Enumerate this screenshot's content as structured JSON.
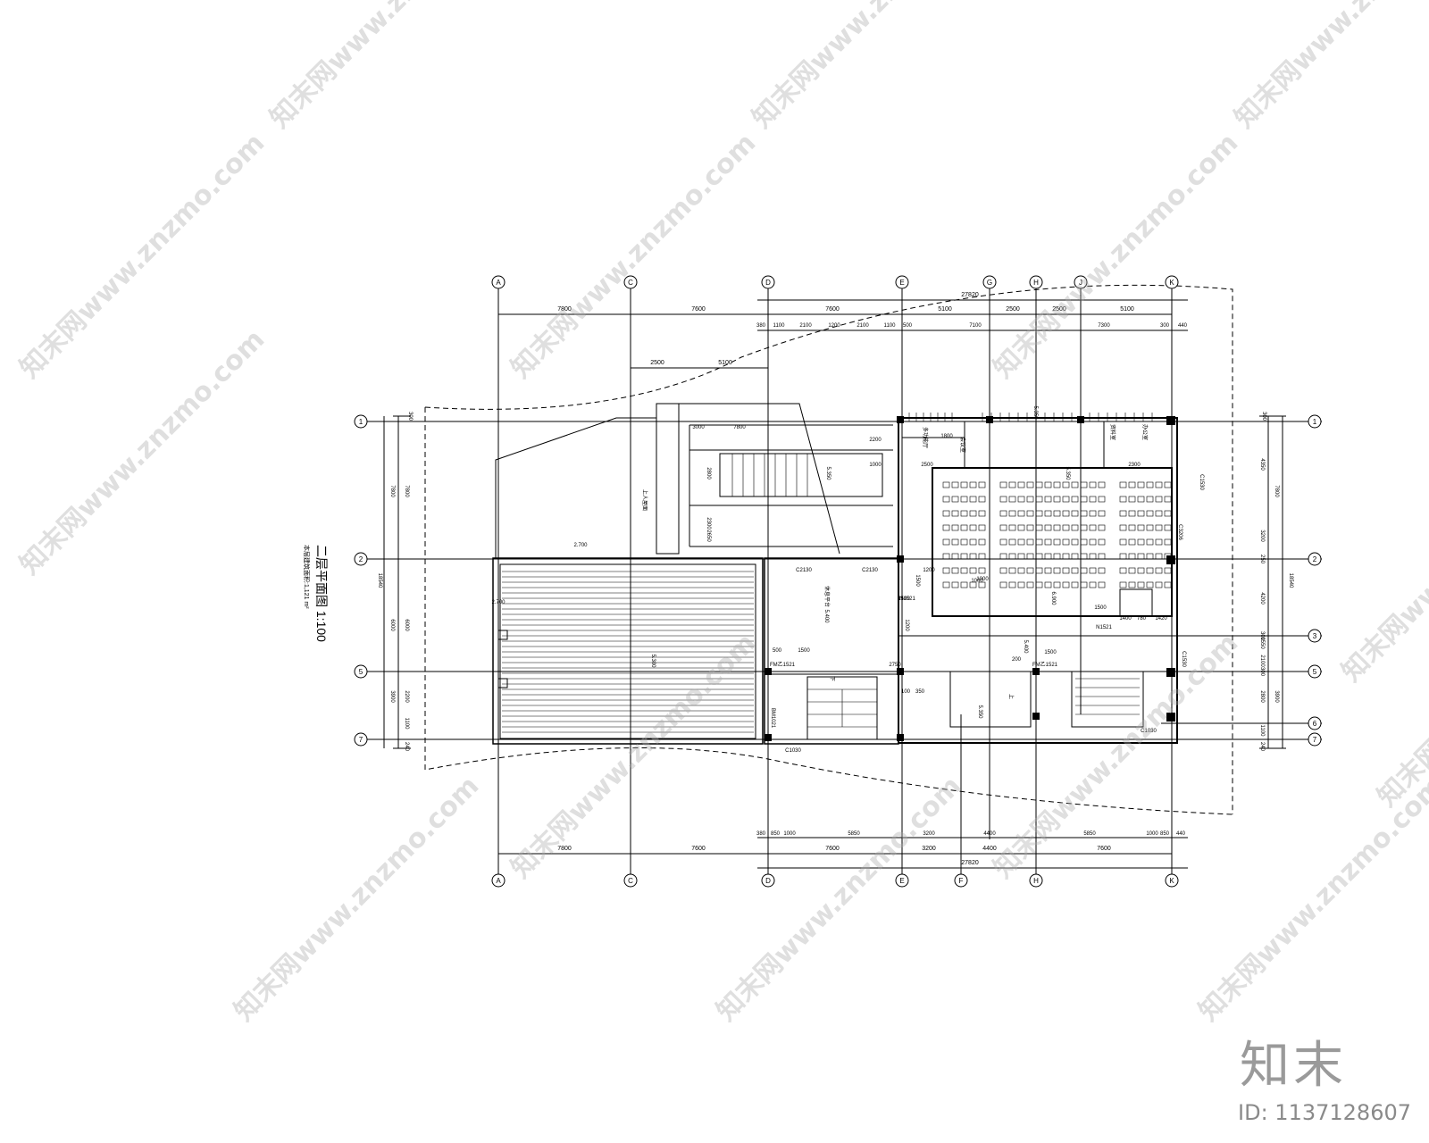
{
  "drawing": {
    "title": "二层平面图 1:100",
    "subtitle": "本层建筑面积:1,121 m²",
    "grid_top": [
      "A",
      "C",
      "D",
      "E",
      "G",
      "H",
      "J",
      "K"
    ],
    "grid_bottom": [
      "A",
      "C",
      "D",
      "E",
      "F",
      "H",
      "K"
    ],
    "grid_left": [
      "1",
      "2",
      "5",
      "7"
    ],
    "grid_right": [
      "1",
      "2",
      "3",
      "5",
      "6",
      "7"
    ],
    "dims_top_overall": "27820",
    "dims_top_row1": [
      "7800",
      "7600",
      "7600",
      "5100",
      "2500",
      "2500",
      "5100"
    ],
    "dims_top_row2": [
      "380",
      "1100",
      "2100",
      "1200",
      "2100",
      "1100",
      "500",
      "7100",
      "7300",
      "300",
      "440"
    ],
    "dims_top_mid": [
      "2500",
      "5100"
    ],
    "dims_bottom_row1": [
      "380",
      "850",
      "1000",
      "5850",
      "3200",
      "4400",
      "5850",
      "1000",
      "850",
      "440"
    ],
    "dims_bottom_row2": [
      "7800",
      "7600",
      "7600",
      "3200",
      "4400",
      "7600"
    ],
    "dims_bottom_overall": "27820",
    "dims_left": [
      "300",
      "7800",
      "7800",
      "6000",
      "6000",
      "2200",
      "3900",
      "1100",
      "240",
      "18540"
    ],
    "dims_right": [
      "300",
      "4350",
      "7800",
      "3200",
      "250",
      "4200",
      "18540",
      "300",
      "1550",
      "2100",
      "300",
      "2800",
      "3900",
      "1100",
      "240"
    ],
    "interior_dims": [
      "3000",
      "7800",
      "2800",
      "2300",
      "2650",
      "2200",
      "1000",
      "2500",
      "1800",
      "2300",
      "1500",
      "1200",
      "1500",
      "1000",
      "1500",
      "1400",
      "780",
      "1420",
      "1200",
      "500",
      "1500",
      "1500",
      "100",
      "350",
      "1000",
      "200",
      "2750"
    ],
    "openings": [
      "C2130",
      "C2130",
      "N1521",
      "N1521",
      "FM乙1521",
      "FM乙1521",
      "C1030",
      "C1030",
      "C1530",
      "C3206",
      "C1530",
      "BM1021"
    ],
    "levels": [
      "2.700",
      "5.300",
      "5.350",
      "5.400",
      "5.350",
      "6.900",
      "5.350",
      "5.400",
      "2.700",
      "5.350"
    ],
    "notes": [
      "多功能厅",
      "会议室",
      "资料室",
      "办公室",
      "上人屋面",
      "休息平台",
      "上",
      "下"
    ],
    "watermark": "知末网www.znzmo.com",
    "logo": "知末",
    "id_label": "ID: 1137128607"
  }
}
